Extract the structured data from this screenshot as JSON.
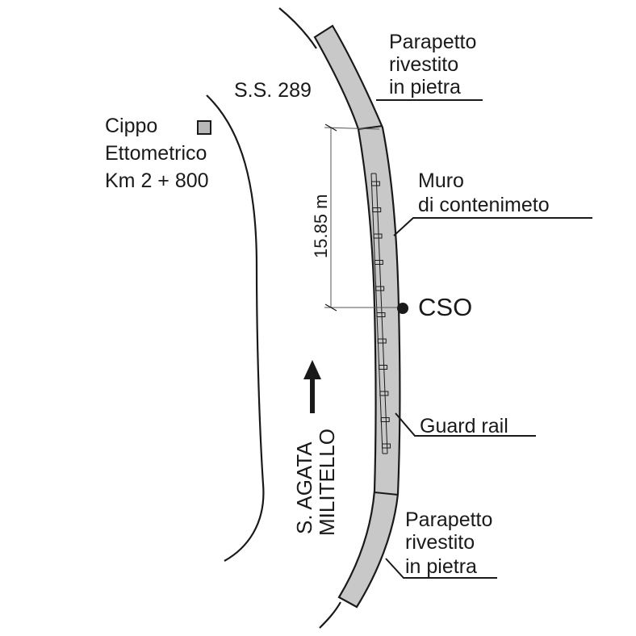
{
  "road_name": "S.S. 289",
  "milestone": {
    "line1": "Cippo",
    "line2": "Ettometrico",
    "line3": "Km 2 + 800",
    "marker_fill": "#b8b8b8"
  },
  "parapet_top": {
    "line1": "Parapetto",
    "line2": "rivestito",
    "line3": "in pietra"
  },
  "retaining_wall": {
    "line1": "Muro",
    "line2": "di contenimeto"
  },
  "dimension": {
    "value": "15.85 m"
  },
  "sensor": {
    "label": "CSO"
  },
  "guard_rail": {
    "label": "Guard rail"
  },
  "direction": {
    "line1": "S. AGATA",
    "line2": "MILITELLO"
  },
  "parapet_bottom": {
    "line1": "Parapetto",
    "line2": "rivestito",
    "line3": "in pietra"
  },
  "colors": {
    "wall_fill": "#c8c8c8",
    "line": "#1a1a1a",
    "dim_line": "#555555"
  }
}
